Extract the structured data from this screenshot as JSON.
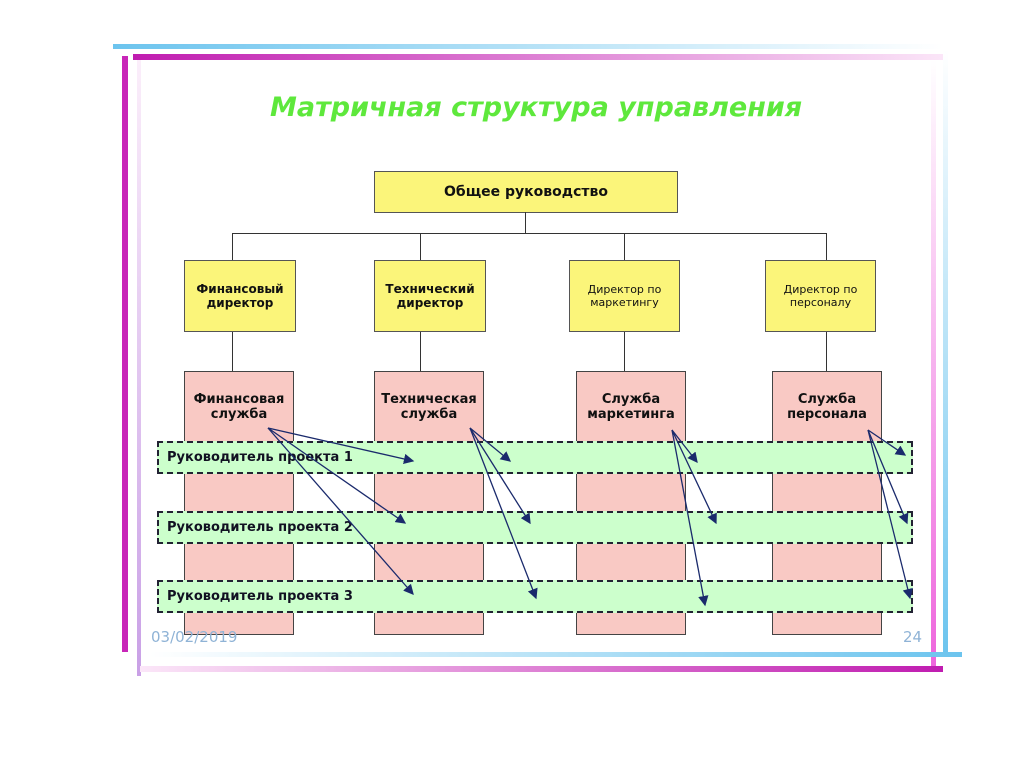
{
  "title": "Матричная структура управления",
  "top": "Общее руководство",
  "directors": [
    "Финансовый директор",
    "Технический директор",
    "Директор по маркетингу",
    "Директор по персоналу"
  ],
  "services": [
    "Финансовая служба",
    "Техническая служба",
    "Служба маркетинга",
    "Служба персонала"
  ],
  "projects": [
    "Руководитель проекта 1",
    "Руководитель проекта 2",
    "Руководитель проекта 3"
  ],
  "footer": {
    "date": "03/02/2019",
    "page": "24"
  },
  "colors": {
    "title": "#5ee83c",
    "box_yellow": "#fbf57a",
    "box_pink": "#f9c9c4",
    "band_green": "#ccffcc"
  }
}
